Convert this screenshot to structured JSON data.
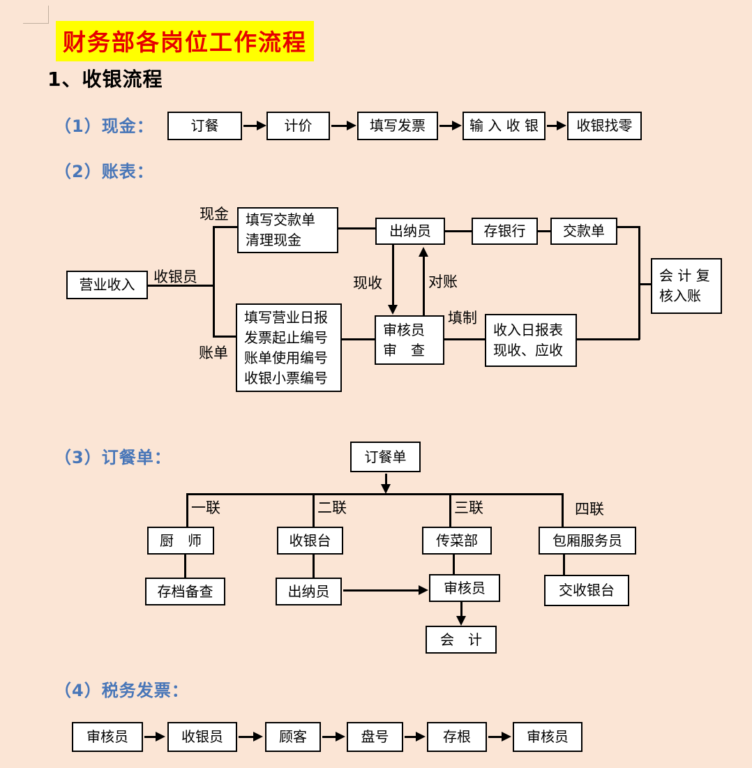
{
  "page": {
    "title": "财务部各岗位工作流程",
    "heading": "1、收银流程",
    "background": "#FBE5D5",
    "title_color": "#E60000",
    "title_highlight": "#FFFF00",
    "section_label_color": "#4876B8"
  },
  "sections": {
    "cash": {
      "label": "（1）现金：",
      "boxes": [
        "订餐",
        "计价",
        "填写发票",
        "输 入 收 银",
        "收银找零"
      ]
    },
    "accounts": {
      "label": "（2）账表：",
      "boxes": {
        "yingye_shouru": "营业收入",
        "tianxie_jiaokuandan": "填写交款单\n清理现金",
        "tianxie_yingye_ribao": "填写营业日报\n发票起止编号\n账单使用编号\n收银小票编号",
        "chunayuan": "出纳员",
        "cunyinhang": "存银行",
        "jiaokuandan": "交款单",
        "shenheyuan_shencha": "审核员\n审　查",
        "shouru_ribaobiao": "收入日报表\n现收、应收",
        "kuaiji_fuhe": "会 计 复\n核入账"
      },
      "edge_labels": {
        "xianjin": "现金",
        "shouyinyuan": "收银员",
        "zhangdan": "账单",
        "xianshou": "现收",
        "duizhang": "对账",
        "tianzhi": "填制"
      }
    },
    "order_form": {
      "label": "（3）订餐单：",
      "root": "订餐单",
      "branch_labels": [
        "一联",
        "二联",
        "三联",
        "四联"
      ],
      "level1": [
        "厨　师",
        "收银台",
        "传菜部",
        "包厢服务员"
      ],
      "level2": [
        "存档备查",
        "出纳员",
        "审核员",
        "交收银台"
      ],
      "level3": "会　计"
    },
    "tax_invoice": {
      "label": "（4）税务发票：",
      "boxes": [
        "审核员",
        "收银员",
        "顾客",
        "盘号",
        "存根",
        "审核员"
      ]
    }
  }
}
